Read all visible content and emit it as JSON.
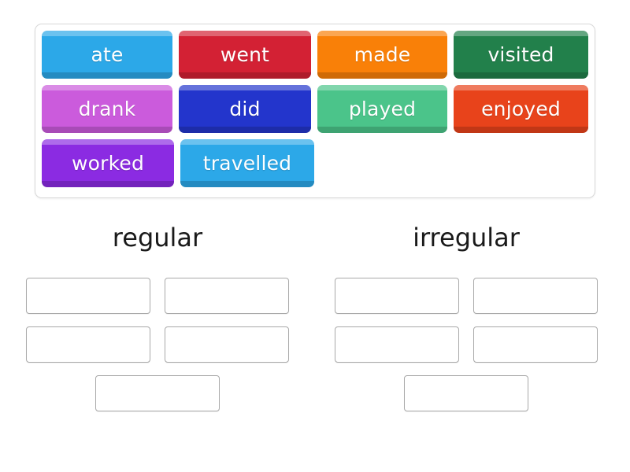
{
  "activity": {
    "type": "group-sort",
    "word_bank": {
      "rows": [
        [
          {
            "label": "ate",
            "color": "#2CA8E8",
            "key": "ate"
          },
          {
            "label": "went",
            "color": "#D32134",
            "key": "went"
          },
          {
            "label": "made",
            "color": "#F98008",
            "key": "made"
          },
          {
            "label": "visited",
            "color": "#22804B",
            "key": "visited"
          }
        ],
        [
          {
            "label": "drank",
            "color": "#CB5BDC",
            "key": "drank"
          },
          {
            "label": "did",
            "color": "#2335CC",
            "key": "did"
          },
          {
            "label": "played",
            "color": "#4BC48A",
            "key": "played"
          },
          {
            "label": "enjoyed",
            "color": "#E8431B",
            "key": "enjoyed"
          }
        ],
        [
          {
            "label": "worked",
            "color": "#8B2BE2",
            "key": "worked"
          },
          {
            "label": "travelled",
            "color": "#2CA8E8",
            "key": "travelled"
          }
        ]
      ]
    },
    "categories": [
      {
        "title": "regular",
        "slots": [
          "",
          "",
          "",
          "",
          ""
        ]
      },
      {
        "title": "irregular",
        "slots": [
          "",
          "",
          "",
          "",
          ""
        ]
      }
    ]
  },
  "colors": {
    "panel_border": "#d8d8d8",
    "slot_border": "#a9a9a9",
    "background": "#ffffff",
    "title_text": "#1a1a1a",
    "tile_text": "#ffffff"
  }
}
